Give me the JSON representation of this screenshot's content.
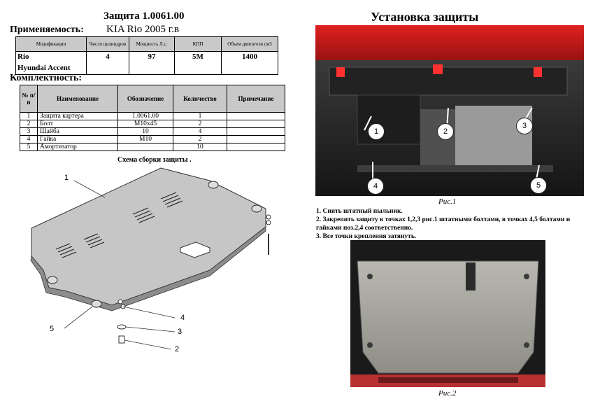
{
  "header": {
    "code_title": "Защита 1.0061.00",
    "applicability_label": "Применяемость:",
    "vehicle": "KIA Rio 2005 г.в",
    "install_title": "Установка защиты"
  },
  "spec_table": {
    "headers": [
      "Модификации",
      "Число цилиндров",
      "Мощность Л.с.",
      "КПП",
      "Объем двигателя см3"
    ],
    "row": {
      "model_line1": "Rio",
      "model_line2": "Hyundai Accent",
      "cylinders": "4",
      "power": "97",
      "gearbox": "5M",
      "displacement": "1400"
    }
  },
  "kit": {
    "label": "Комплектность:",
    "headers": [
      "№ п/п",
      "Наименование",
      "Обозначение",
      "Количество",
      "Примечание"
    ],
    "rows": [
      {
        "n": "1",
        "name": "Защита картера",
        "code": "1.0061.00",
        "qty": "1",
        "note": ""
      },
      {
        "n": "2",
        "name": "Болт",
        "code": "М10х45",
        "qty": "2",
        "note": ""
      },
      {
        "n": "3",
        "name": "Шайба",
        "code": "10",
        "qty": "4",
        "note": ""
      },
      {
        "n": "4",
        "name": "Гайка",
        "code": "М10",
        "qty": "2",
        "note": ""
      },
      {
        "n": "5",
        "name": "Амортизатор",
        "code": "",
        "qty": "10",
        "note": ""
      }
    ]
  },
  "diagram": {
    "title": "Схема сборки защиты .",
    "labels": [
      "1",
      "5",
      "4",
      "3",
      "2"
    ]
  },
  "photo1": {
    "caption": "Рис.1",
    "callouts": [
      "1",
      "2",
      "3",
      "4",
      "5"
    ]
  },
  "instructions": [
    "1. Снять штатный пыльник.",
    "2. Закрепить защиту в точках   1,2,3 рис.1 штатными болтами, в точках 4,5 болтами и",
    "гайками поз.2,4 соответственно.",
    "3. Все точки крепления затянуть."
  ],
  "photo2": {
    "caption": "Рис.2"
  }
}
